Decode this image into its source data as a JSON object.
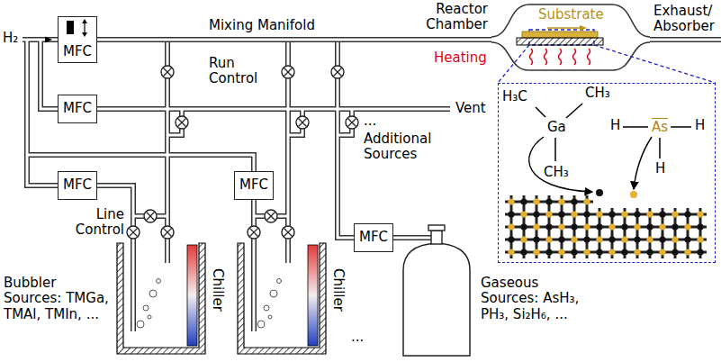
{
  "diagram": {
    "nodes": [
      {
        "text": [
          "MFC"
        ]
      },
      {
        "text": [
          "MFC"
        ]
      },
      {
        "text": [
          "MFC"
        ]
      },
      {
        "text": [
          "MFC"
        ]
      },
      {
        "text": [
          "MFC"
        ]
      },
      {
        "text": [
          "Reactor Chamber",
          "Substrate"
        ]
      },
      {
        "text": [
          "H₃C",
          "CH₃",
          "Ga",
          "CH₃",
          "H",
          "As",
          "H",
          "H"
        ]
      }
    ],
    "edges": [
      {
        "from": 0,
        "to": 5,
        "arrow": "none"
      }
    ],
    "labels": [
      "H₂",
      "Mixing Manifold",
      "Exhaust/ Absorber",
      "Heating",
      "Run Control",
      "Vent",
      "...",
      "Additional Sources",
      "Line Control",
      "Bubbler Sources: TMGa, TMAl, TMIn, ...",
      "Chiller",
      "Chiller",
      "...",
      "Gaseous Sources: AsH₃, PH₃, Si₂H₆, ..."
    ]
  }
}
